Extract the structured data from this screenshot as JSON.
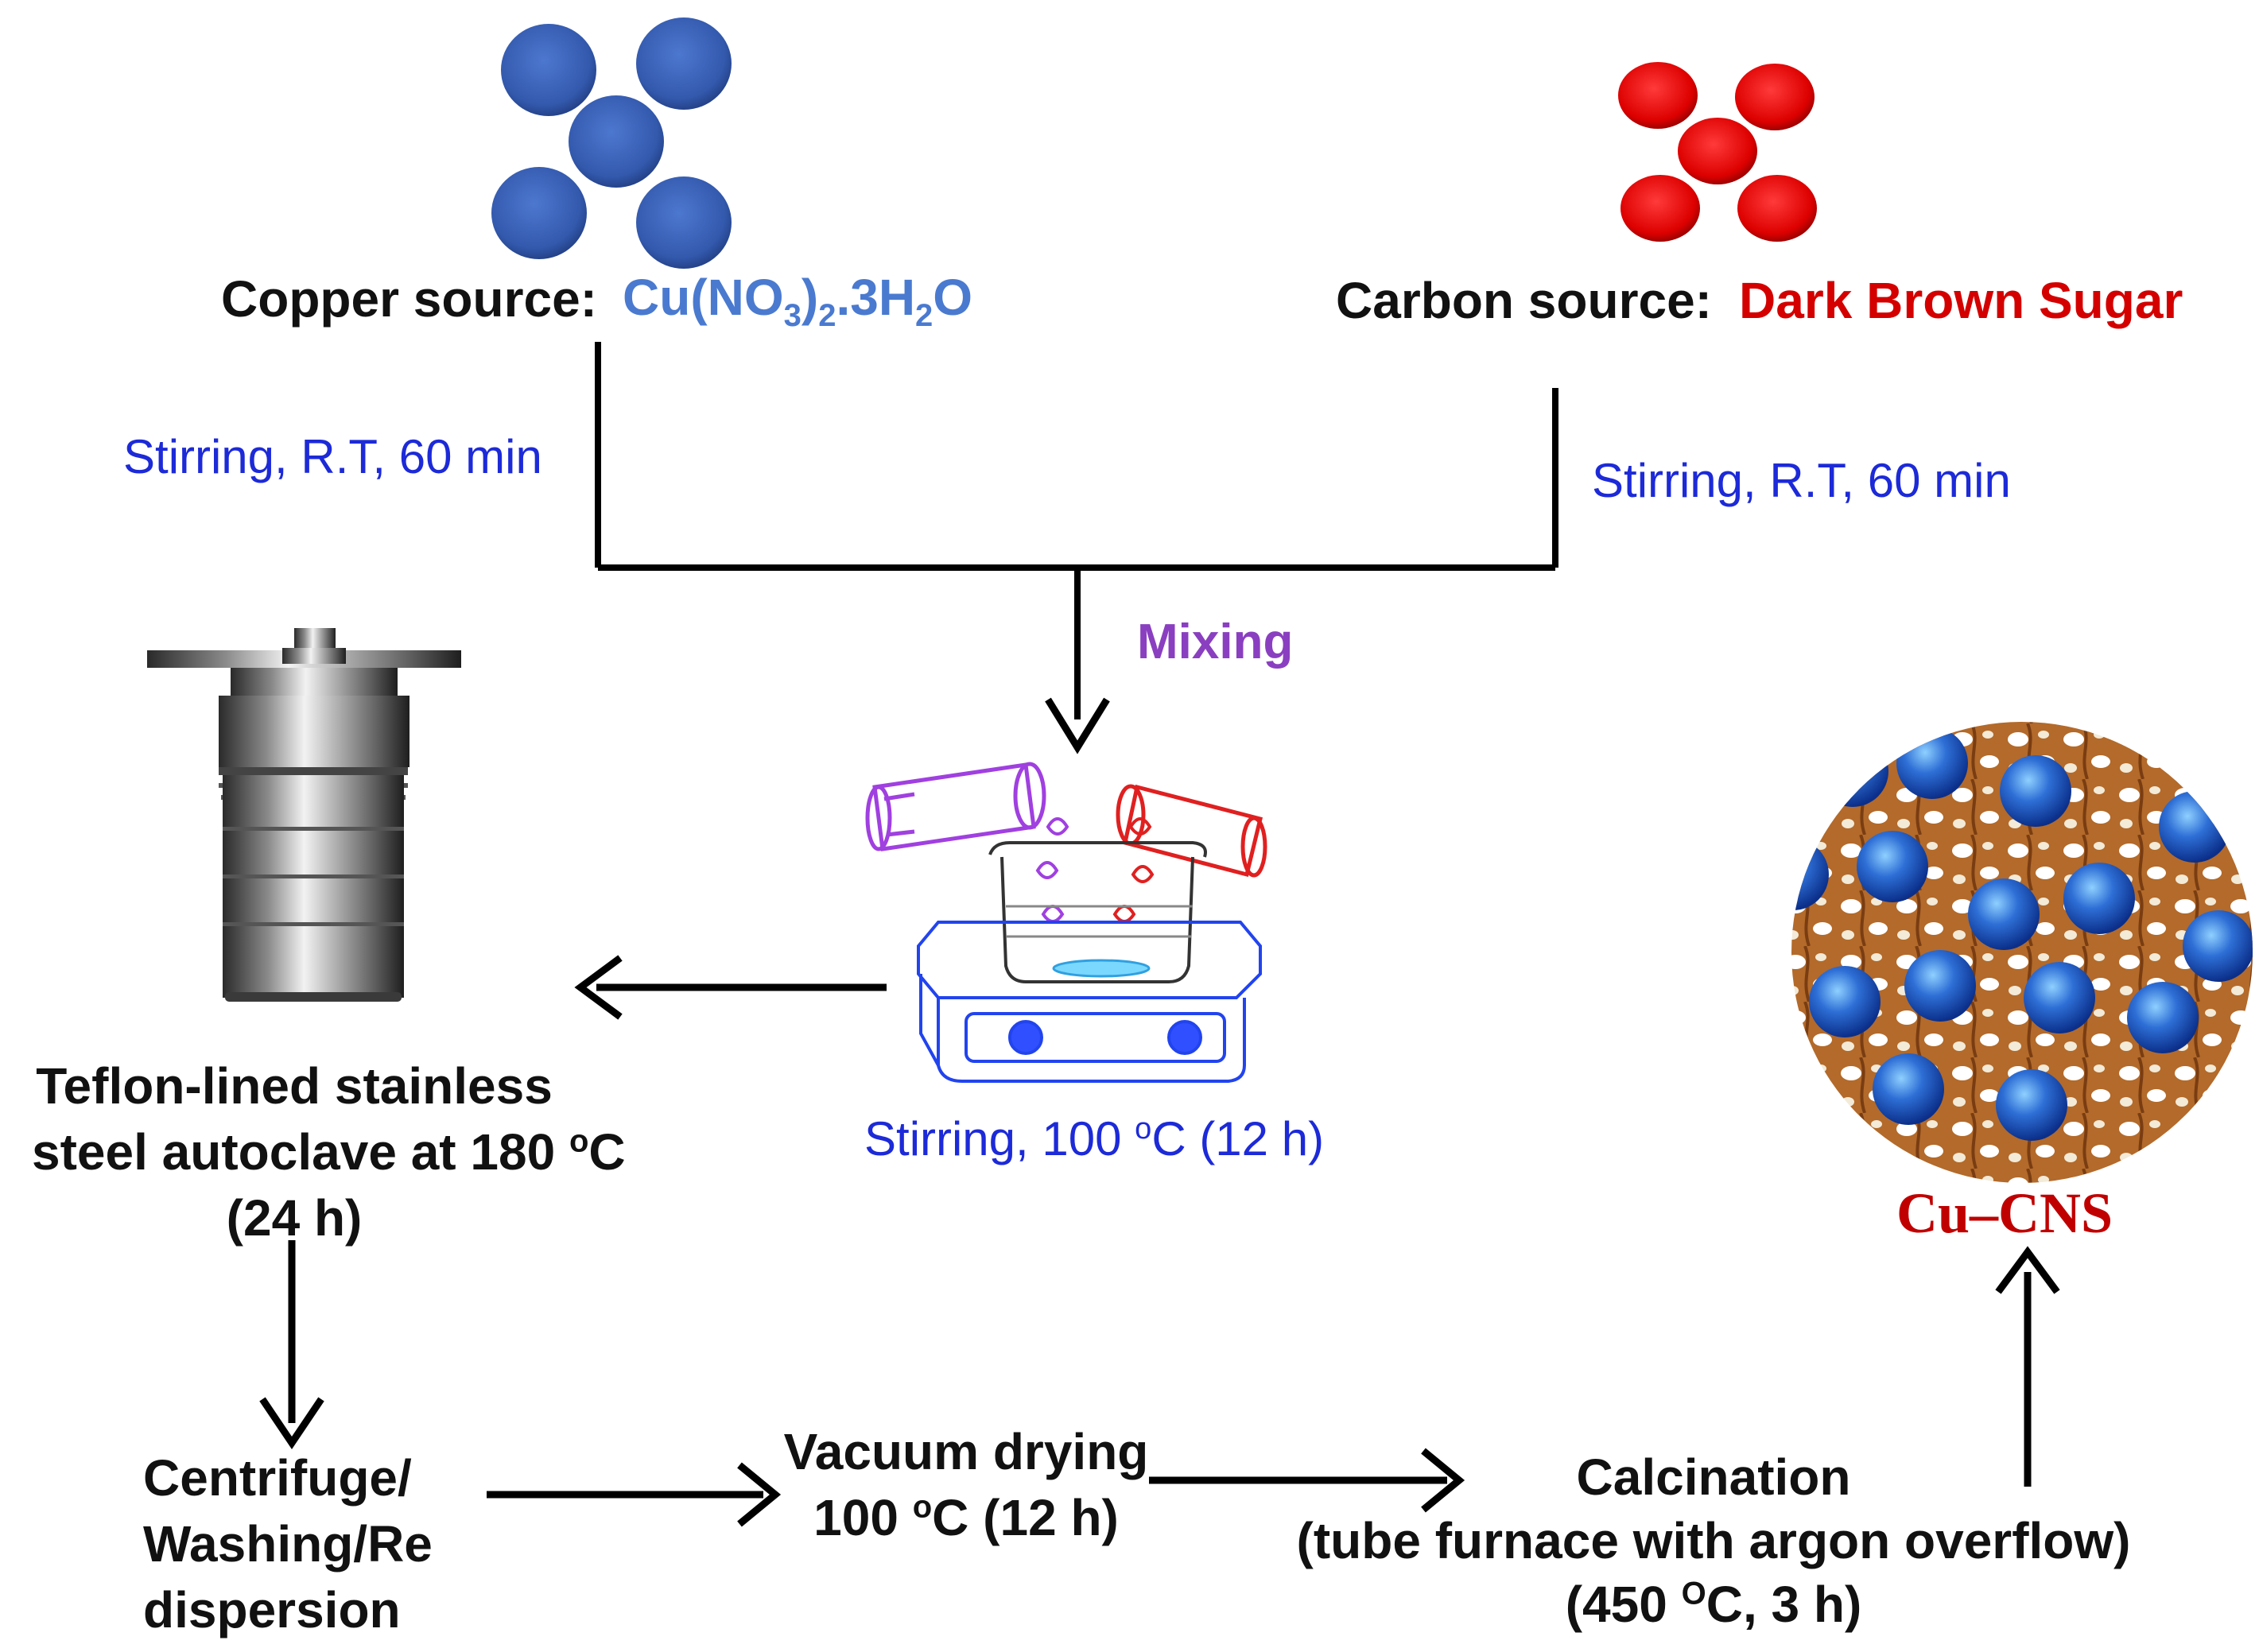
{
  "copper_source": {
    "label": "Copper source:",
    "formula": {
      "base": "Cu(NO",
      "sub1": "3",
      "mid": ")",
      "sub2": "2",
      "tail1": ".3H",
      "sub3": "2",
      "tail2": "O"
    },
    "stir": "Stirring, R.T, 60 min"
  },
  "carbon_source": {
    "label": "Carbon source:",
    "name": "Dark Brown Sugar",
    "stir": "Stirring, R.T, 60 min"
  },
  "mixing": {
    "label": "Mixing"
  },
  "hotplate_step": {
    "pre": "Stirring, 100 ",
    "sup": "o",
    "post": "C (12 h)"
  },
  "autoclave_step": {
    "line1": "Teflon-lined stainless",
    "line2_pre": "steel autoclave at 180 ",
    "line2_sup": "o",
    "line2_post": "C",
    "line3": "(24 h)"
  },
  "centrifuge_step": {
    "line1": "Centrifuge/",
    "line2": "Washing/Re",
    "line3": "dispersion"
  },
  "drying_step": {
    "line1": "Vacuum drying",
    "line2_pre": "100 ",
    "line2_sup": "o",
    "line2_post": "C (12 h)"
  },
  "calcination_step": {
    "line1": "Calcination",
    "line2": "(tube furnace with argon overflow)",
    "line3_pre": "(450 ",
    "line3_sup": "O",
    "line3_post": "C, 3 h)"
  },
  "product": {
    "label": "Cu–CNS"
  },
  "colors": {
    "copper_blue": "#3a5fb3",
    "carbon_red": "#d40000",
    "stir_blue": "#1c2ad8",
    "mixing_purple": "#8a3fc0",
    "product_red": "#c00000",
    "frame_brown": "#b0611f"
  }
}
